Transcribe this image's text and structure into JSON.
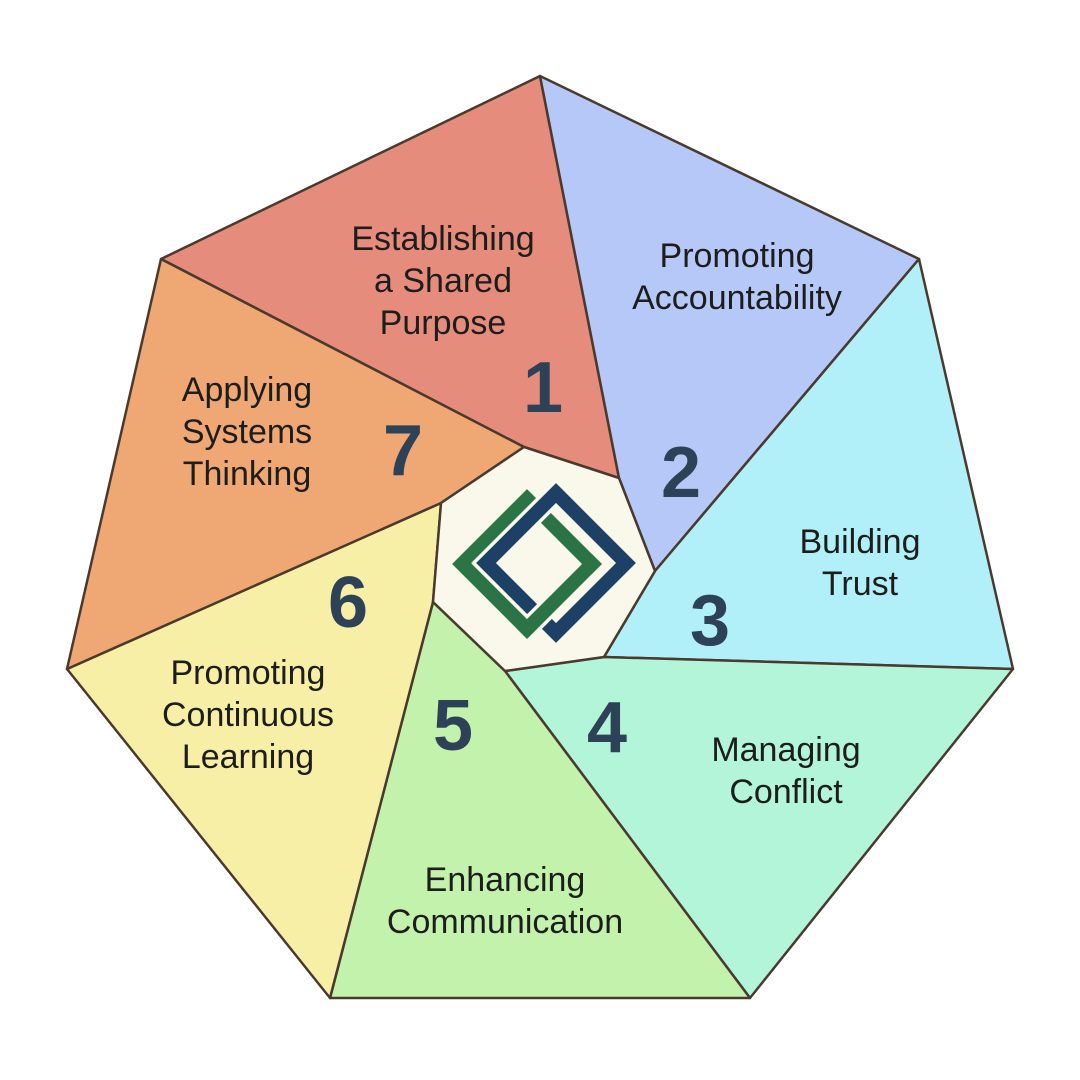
{
  "diagram": {
    "type": "pinwheel-heptagon",
    "segments": [
      {
        "number": "1",
        "label": "Establishing\na Shared\nPurpose",
        "color": "#e68c7c"
      },
      {
        "number": "2",
        "label": "Promoting\nAccountability",
        "color": "#b5c8f7"
      },
      {
        "number": "3",
        "label": "Building\nTrust",
        "color": "#b2f0f9"
      },
      {
        "number": "4",
        "label": "Managing\nConflict",
        "color": "#b2f5d8"
      },
      {
        "number": "5",
        "label": "Enhancing\nCommunication",
        "color": "#c3f2ad"
      },
      {
        "number": "6",
        "label": "Promoting\nContinuous\nLearning",
        "color": "#f8efa6"
      },
      {
        "number": "7",
        "label": "Applying\nSystems\nThinking",
        "color": "#efa873"
      }
    ],
    "center": {
      "fill": "#faf8ea",
      "logo_green": "#2b7445",
      "logo_navy": "#1d4066"
    },
    "style": {
      "outline": "#4a3a2e",
      "number_color": "#2e4257",
      "label_color": "#1d1d1c",
      "background": "#ffffff"
    }
  }
}
